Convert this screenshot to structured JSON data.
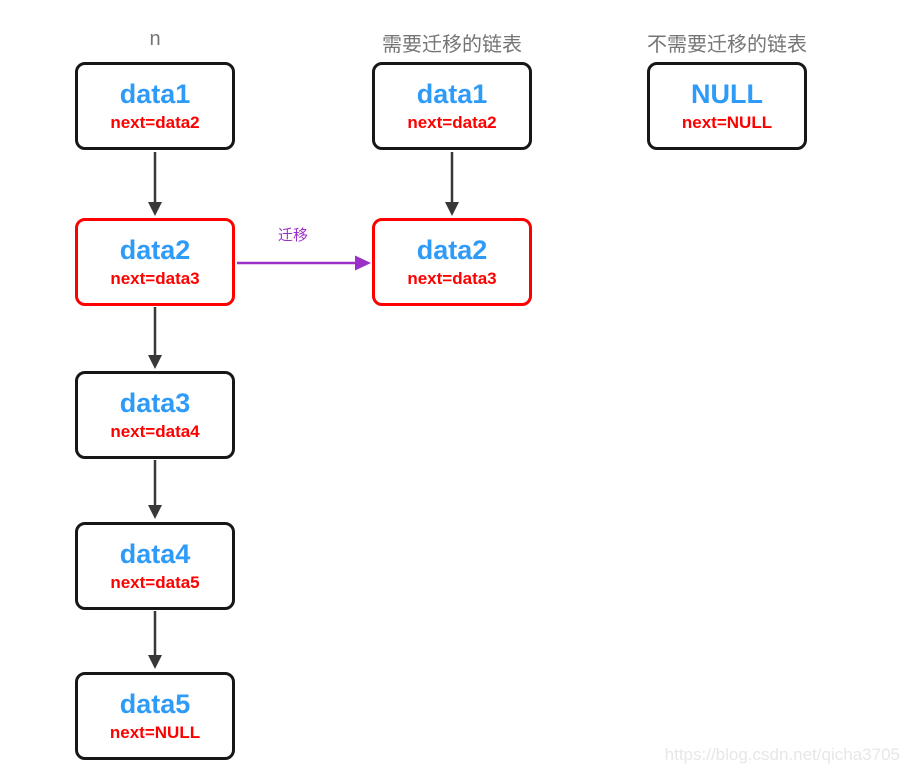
{
  "diagram": {
    "columns": [
      {
        "header": "n",
        "nodes": [
          {
            "title": "data1",
            "next": "next=data2"
          },
          {
            "title": "data2",
            "next": "next=data3"
          },
          {
            "title": "data3",
            "next": "next=data4"
          },
          {
            "title": "data4",
            "next": "next=data5"
          },
          {
            "title": "data5",
            "next": "next=NULL"
          }
        ]
      },
      {
        "header": "需要迁移的链表",
        "nodes": [
          {
            "title": "data1",
            "next": "next=data2"
          },
          {
            "title": "data2",
            "next": "next=data3"
          }
        ]
      },
      {
        "header": "不需要迁移的链表",
        "nodes": [
          {
            "title": "NULL",
            "next": "next=NULL"
          }
        ]
      }
    ],
    "migration_arrow_label": "迁移"
  },
  "watermark": "https://blog.csdn.net/qicha3705",
  "colors": {
    "node_title_blue": "#2F9BF8",
    "node_next_red": "#FF0000",
    "highlight_border_red": "#FF0000",
    "node_border_black": "#171717",
    "arrow_black": "#383838",
    "migrate_purple": "#9A30C8",
    "header_gray": "#757575",
    "watermark_gray": "#E7E7E7"
  }
}
